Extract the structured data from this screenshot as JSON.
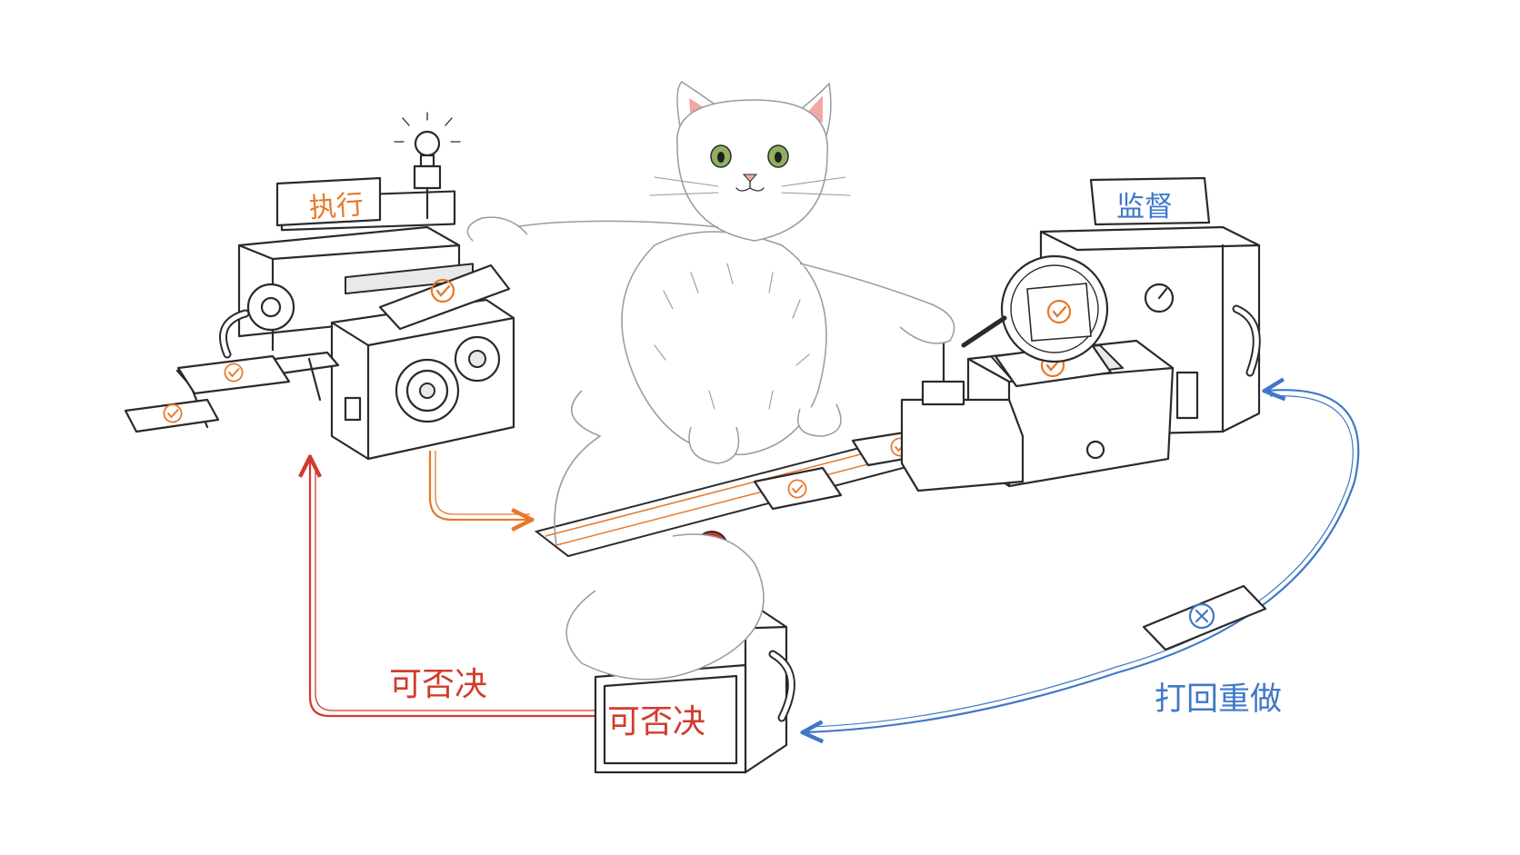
{
  "labels": {
    "execute_plate": "执行",
    "supervise_plate": "监督",
    "veto_plate": "可否决",
    "veto_flow": "可否决",
    "redo_flow": "打回重做"
  },
  "colors": {
    "execute_flow": "#e8782a",
    "veto_flow": "#d23b2d",
    "redo_flow": "#3f78c8",
    "lever_knob": "#c8372b",
    "cat_eyes": "#8fb061",
    "cat_ear_inner": "#f2a9a4",
    "ink": "#2a2a2a"
  },
  "icons": {
    "approved_card": "check-circle",
    "rejected_card": "x-circle",
    "bulb": "lightbulb",
    "magnifier": "magnifying-glass",
    "gauge": "pressure-gauge"
  }
}
